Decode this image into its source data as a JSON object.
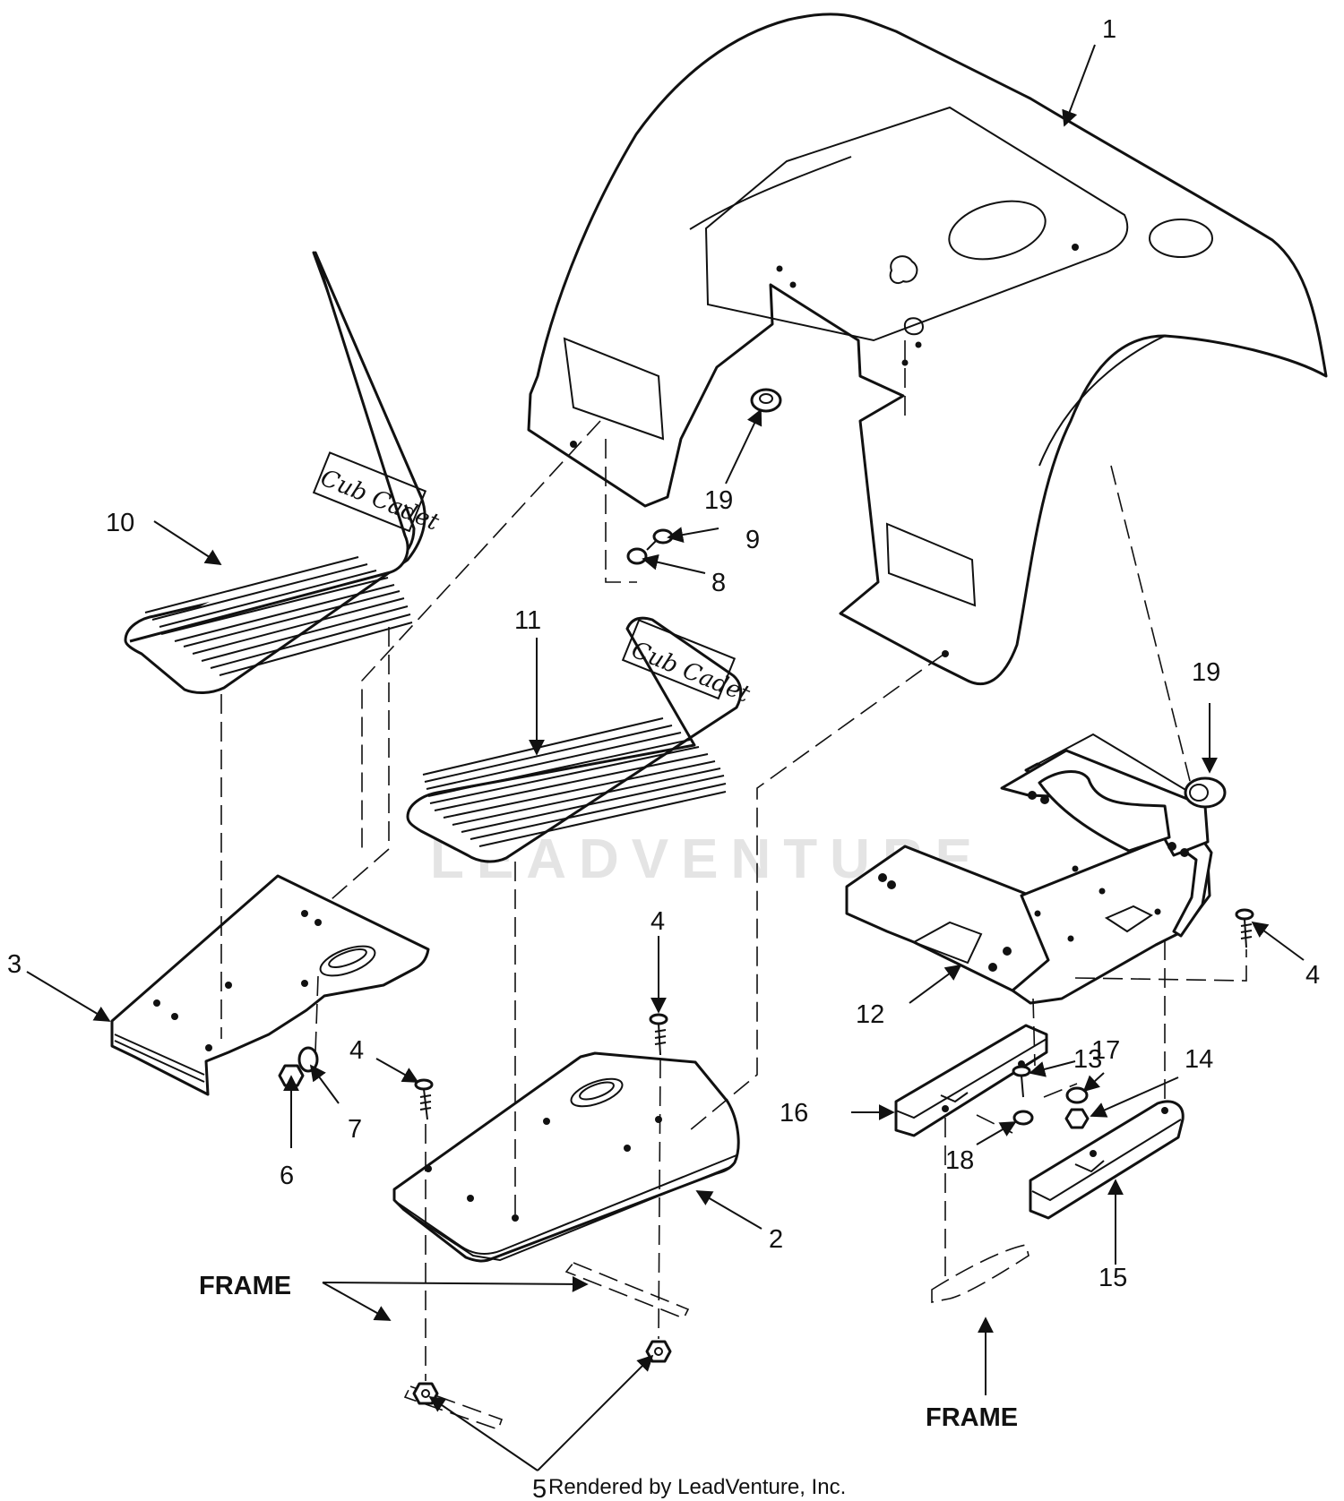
{
  "diagram": {
    "callouts": [
      "1",
      "2",
      "3",
      "4",
      "4",
      "4",
      "5",
      "6",
      "7",
      "8",
      "9",
      "10",
      "11",
      "12",
      "13",
      "14",
      "15",
      "16",
      "17",
      "18",
      "19",
      "19"
    ],
    "frame_labels": [
      "FRAME",
      "FRAME"
    ],
    "brand_marks": [
      "Cub Cadet",
      "Cub Cadet"
    ],
    "watermark": "LEADVENTURE",
    "credit": "Rendered by LeadVenture, Inc."
  },
  "colors": {
    "line": "#111111",
    "background": "#ffffff",
    "watermark": "#e4e4e4"
  }
}
